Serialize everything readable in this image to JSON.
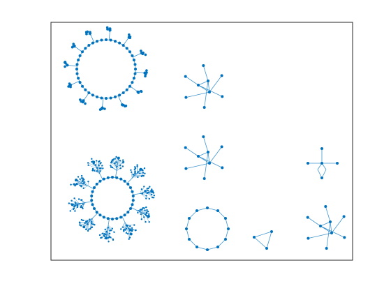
{
  "figure": {
    "background": "#ffffff",
    "axes_frame_color": "#262626",
    "node_color": "#0072BD",
    "edge_color": "#0072BD",
    "axis_ticks_visible": false,
    "title": "",
    "xlabel": "",
    "ylabel": ""
  },
  "graph": {
    "type": "undirected-graph-plot",
    "layout": "force",
    "components": [
      {
        "name": "ring-with-small-tufts",
        "kind": "ring-with-branches",
        "ring_nodes": 40,
        "branches": 12,
        "branch_size": "small"
      },
      {
        "name": "ring-with-dense-tufts",
        "kind": "ring-with-branches",
        "ring_nodes": 30,
        "branches": 10,
        "branch_size": "dense"
      },
      {
        "name": "star-upper",
        "kind": "star-with-triangle",
        "arms": 6
      },
      {
        "name": "star-middle",
        "kind": "star-with-triangle",
        "arms": 6
      },
      {
        "name": "cycle-12",
        "kind": "cycle",
        "nodes": 12
      },
      {
        "name": "triangle",
        "kind": "cycle",
        "nodes": 3
      },
      {
        "name": "cross-with-loop",
        "kind": "cross-with-cycle",
        "arms": 4
      },
      {
        "name": "star-lower-right",
        "kind": "star-with-triangle",
        "arms": 6
      }
    ]
  }
}
